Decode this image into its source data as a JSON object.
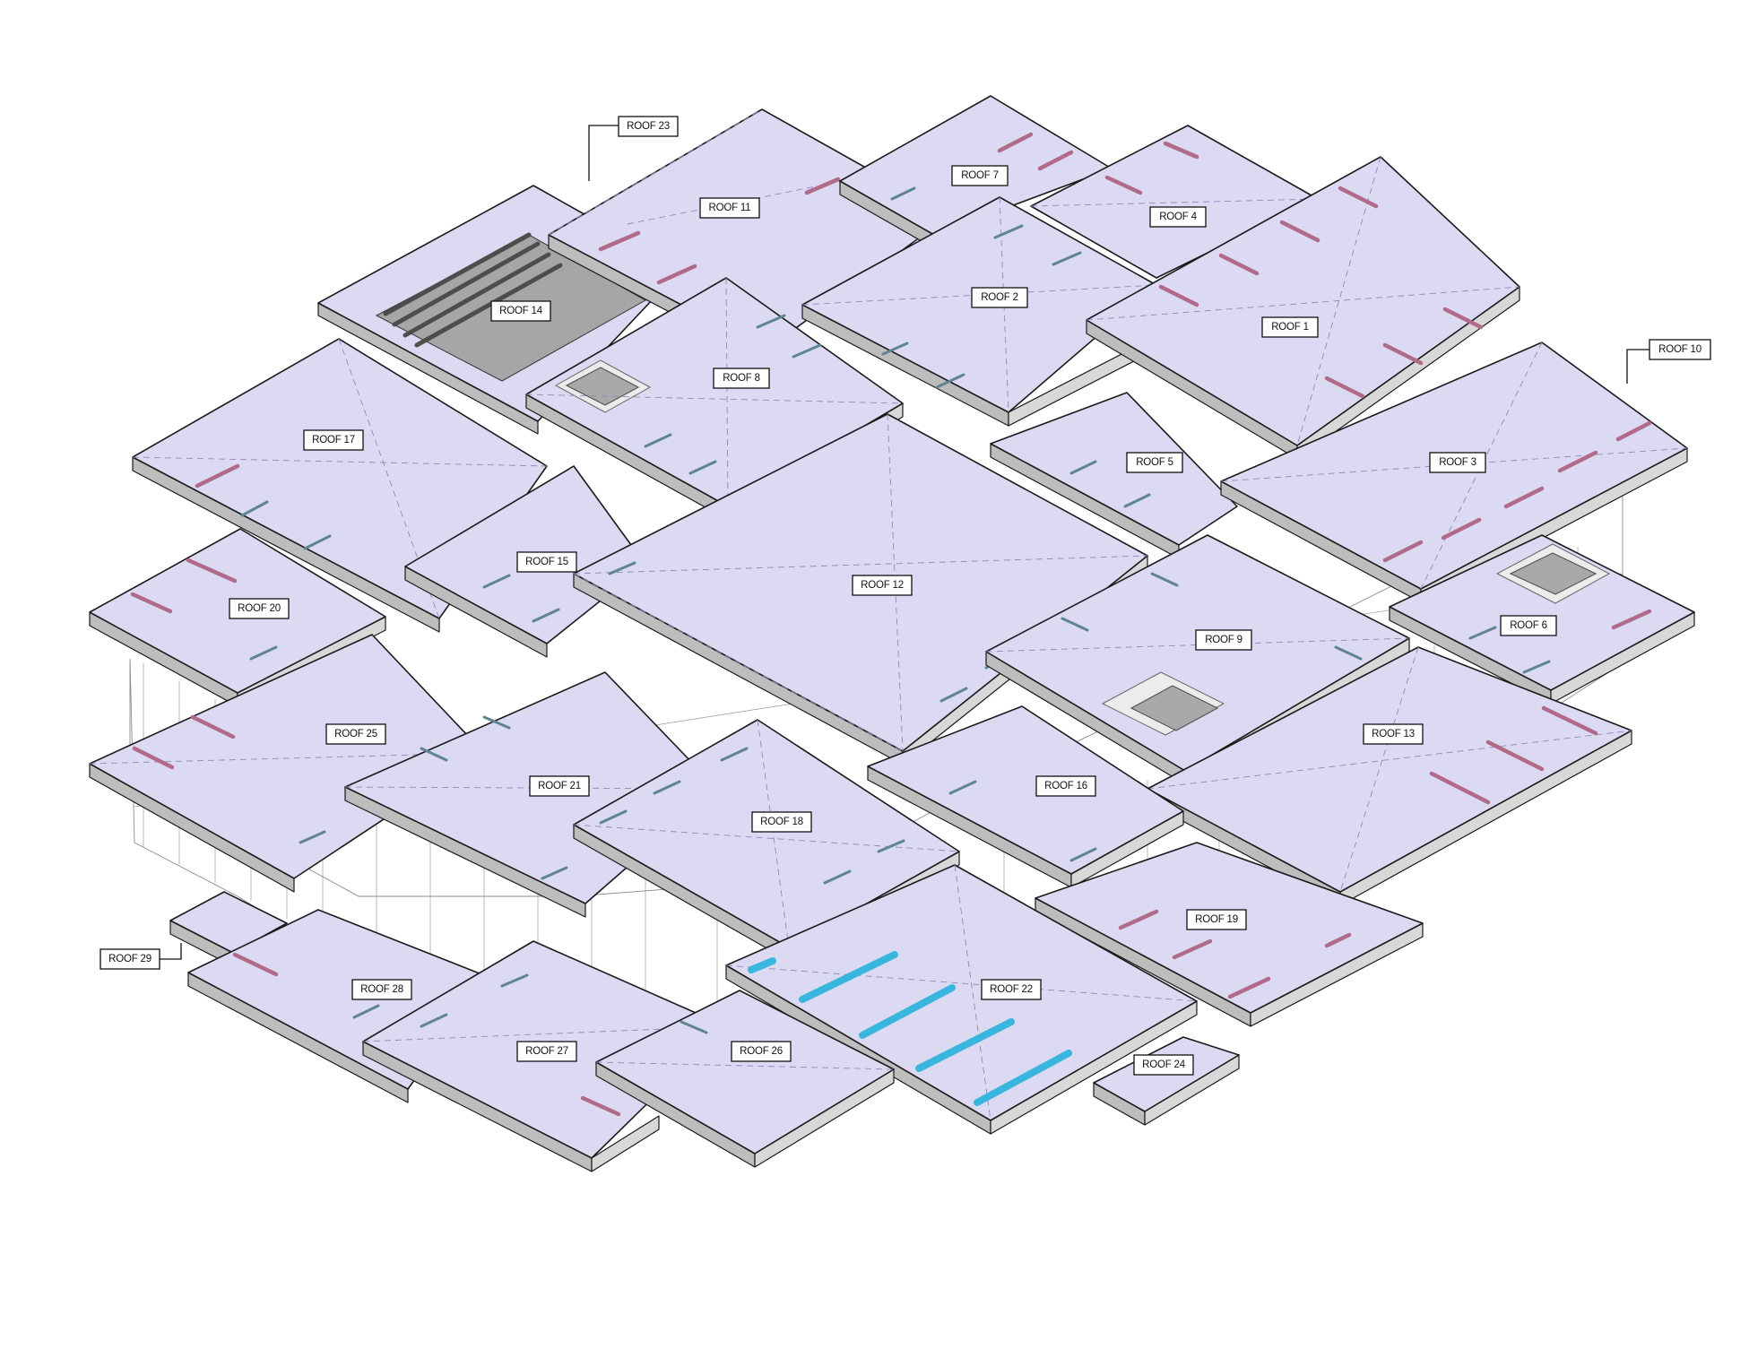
{
  "colors": {
    "roof_membrane": "#dcdaf2",
    "fascia": "#bdbdbd",
    "overflow_drain": "#b06a8a",
    "roof_drain": "#5f8590",
    "highlight_pipe": "#39b6dd",
    "skylight": "#a9a9a9"
  },
  "roofs": [
    {
      "id": "r23",
      "label": "ROOF 23"
    },
    {
      "id": "r11",
      "label": "ROOF 11"
    },
    {
      "id": "r7",
      "label": "ROOF 7"
    },
    {
      "id": "r4",
      "label": "ROOF 4"
    },
    {
      "id": "r14",
      "label": "ROOF 14"
    },
    {
      "id": "r2",
      "label": "ROOF 2"
    },
    {
      "id": "r1",
      "label": "ROOF 1"
    },
    {
      "id": "r10",
      "label": "ROOF 10"
    },
    {
      "id": "r8",
      "label": "ROOF 8"
    },
    {
      "id": "r17",
      "label": "ROOF 17"
    },
    {
      "id": "r5",
      "label": "ROOF 5"
    },
    {
      "id": "r3",
      "label": "ROOF 3"
    },
    {
      "id": "r15",
      "label": "ROOF 15"
    },
    {
      "id": "r12",
      "label": "ROOF 12"
    },
    {
      "id": "r20",
      "label": "ROOF 20"
    },
    {
      "id": "r9",
      "label": "ROOF 9"
    },
    {
      "id": "r6",
      "label": "ROOF 6"
    },
    {
      "id": "r25",
      "label": "ROOF 25"
    },
    {
      "id": "r13",
      "label": "ROOF 13"
    },
    {
      "id": "r21",
      "label": "ROOF 21"
    },
    {
      "id": "r16",
      "label": "ROOF 16"
    },
    {
      "id": "r18",
      "label": "ROOF 18"
    },
    {
      "id": "r19",
      "label": "ROOF 19"
    },
    {
      "id": "r29",
      "label": "ROOF 29"
    },
    {
      "id": "r22",
      "label": "ROOF 22"
    },
    {
      "id": "r28",
      "label": "ROOF 28"
    },
    {
      "id": "r27",
      "label": "ROOF 27"
    },
    {
      "id": "r26",
      "label": "ROOF 26"
    },
    {
      "id": "r24",
      "label": "ROOF 24"
    }
  ]
}
